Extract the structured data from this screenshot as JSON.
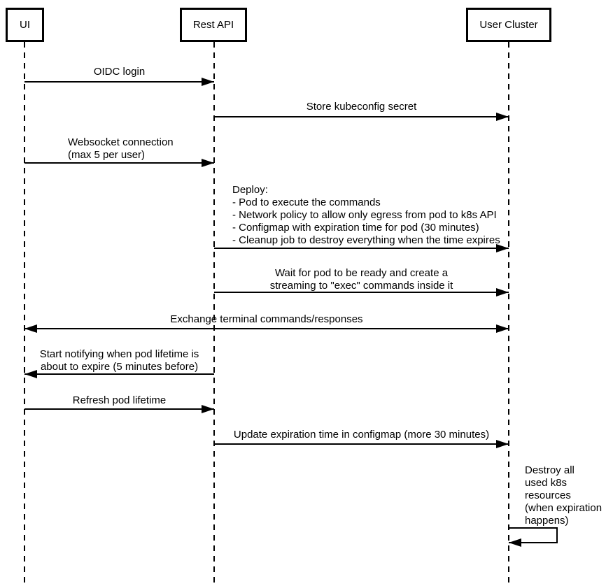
{
  "actors": [
    {
      "label": "UI"
    },
    {
      "label": "Rest API"
    },
    {
      "label": "User Cluster"
    }
  ],
  "messages": [
    {
      "from": "UI",
      "to": "Rest API",
      "label": "OIDC login"
    },
    {
      "from": "Rest API",
      "to": "User Cluster",
      "label": "Store kubeconfig secret"
    },
    {
      "from": "UI",
      "to": "Rest API",
      "label": "Websocket connection\n(max 5 per user)"
    },
    {
      "from": "Rest API",
      "to": "User Cluster",
      "label": "Deploy:\n- Pod to execute the commands\n- Network policy to allow only egress from pod to k8s API\n- Configmap with expiration time for pod (30 minutes)\n- Cleanup job to destroy everything when the time expires"
    },
    {
      "from": "Rest API",
      "to": "User Cluster",
      "label": "Wait for pod to be ready and create a\nstreaming to \"exec\" commands inside it"
    },
    {
      "from": "UI",
      "to": "User Cluster",
      "bidirectional": true,
      "label": "Exchange terminal commands/responses"
    },
    {
      "from": "Rest API",
      "to": "UI",
      "label": "Start notifying when pod lifetime is\nabout to expire (5 minutes before)"
    },
    {
      "from": "UI",
      "to": "Rest API",
      "label": "Refresh pod lifetime"
    },
    {
      "from": "Rest API",
      "to": "User Cluster",
      "label": "Update expiration time in configmap (more 30 minutes)"
    },
    {
      "from": "User Cluster",
      "to": "User Cluster",
      "self_message": true,
      "label": "Destroy all\nused k8s\nresources\n(when expiration\nhappens)"
    }
  ],
  "colors": {
    "line": "#000000",
    "text": "#000000",
    "background": "#ffffff"
  }
}
